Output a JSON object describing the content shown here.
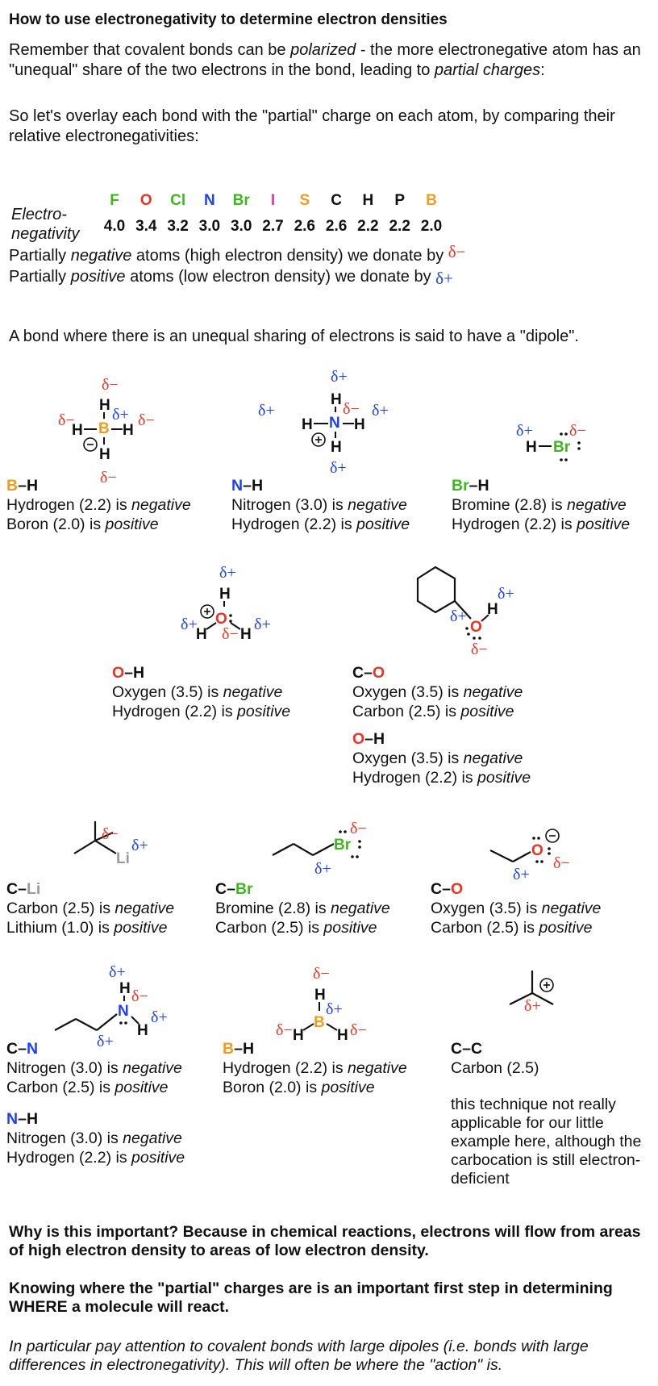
{
  "title": "How to use electronegativity to determine electron densities",
  "intro": {
    "pre": "Remember that covalent bonds can be ",
    "polarized": "polarized",
    "mid": " - the more electronegative atom has an \"unequal\" share of the two electrons in the bond, leading to ",
    "partial": "partial charges",
    "post": ":"
  },
  "overlay_text": "So let's overlay each bond with the \"partial\" charge on each atom, by comparing their relative electronegativities:",
  "electronegativity": {
    "label_line1": "Electro-",
    "label_line2": "negativity",
    "elements": [
      {
        "symbol": "F",
        "value": "4.0",
        "color": "#3cb81e"
      },
      {
        "symbol": "O",
        "value": "3.4",
        "color": "#ea3323"
      },
      {
        "symbol": "Cl",
        "value": "3.2",
        "color": "#3cb81e"
      },
      {
        "symbol": "N",
        "value": "3.0",
        "color": "#1d3ff5"
      },
      {
        "symbol": "Br",
        "value": "3.0",
        "color": "#3cb81e"
      },
      {
        "symbol": "I",
        "value": "2.7",
        "color": "#e8388d"
      },
      {
        "symbol": "S",
        "value": "2.6",
        "color": "#f29b1d"
      },
      {
        "symbol": "C",
        "value": "2.6",
        "color": "#111111"
      },
      {
        "symbol": "H",
        "value": "2.2",
        "color": "#111111"
      },
      {
        "symbol": "P",
        "value": "2.2",
        "color": "#111111"
      },
      {
        "symbol": "B",
        "value": "2.0",
        "color": "#f29b1d"
      }
    ]
  },
  "partial_lines": {
    "neg_pre": "Partially ",
    "neg_em": "negative",
    "neg_post": " atoms (high electron density)  we donate by ",
    "pos_pre": "Partially ",
    "pos_em": "positive",
    "pos_post": " atoms (low electron density) we donate by "
  },
  "dipole_text": "A bond where there is an unequal sharing of electrons is said to have a \"dipole\".",
  "symbols": {
    "delta": "δ",
    "minus": "−",
    "plus": "+",
    "charge_minus": "⊖",
    "charge_plus": "⊕",
    "dots": ":",
    "dot_pair": "••"
  },
  "atoms": {
    "H": "H",
    "B": "B",
    "N": "N",
    "Br": "Br",
    "O": "O",
    "Li": "Li"
  },
  "words": {
    "is": " is ",
    "negative": "negative",
    "positive": "positive"
  },
  "captions": {
    "bh1": {
      "b1": "B",
      "dash": "–",
      "b2": "H",
      "l1": "Hydrogen (2.2)",
      "l2": "Boron (2.0)"
    },
    "nh1": {
      "b1": "N",
      "dash": "–",
      "b2": "H",
      "l1": "Nitrogen (3.0)",
      "l2": "Hydrogen (2.2)"
    },
    "brh": {
      "b1": "Br",
      "dash": "–",
      "b2": "H",
      "l1": "Bromine (2.8)",
      "l2": "Hydrogen (2.2)"
    },
    "oh1": {
      "b1": "O",
      "dash": "–",
      "b2": "H",
      "l1": "Oxygen (3.5)",
      "l2": "Hydrogen (2.2)"
    },
    "co1": {
      "b1": "C",
      "dash": "–",
      "b2": "O",
      "l1": "Oxygen (3.5)",
      "l2": "Carbon (2.5)"
    },
    "oh2": {
      "b1": "O",
      "dash": "–",
      "b2": "H",
      "l1": "Oxygen (3.5)",
      "l2": "Hydrogen (2.2)"
    },
    "cli": {
      "b1": "C",
      "dash": "–",
      "b2": "Li",
      "l1": "Carbon (2.5)",
      "l2": "Lithium (1.0)"
    },
    "cbr": {
      "b1": "C",
      "dash": "–",
      "b2": "Br",
      "l1": "Bromine (2.8)",
      "l2": "Carbon (2.5)"
    },
    "co2": {
      "b1": "C",
      "dash": "–",
      "b2": "O",
      "l1": "Oxygen (3.5)",
      "l2": "Carbon (2.5)"
    },
    "cn": {
      "b1": "C",
      "dash": "–",
      "b2": "N",
      "l1": "Nitrogen (3.0)",
      "l2": "Carbon (2.5)"
    },
    "nh2": {
      "b1": "N",
      "dash": "–",
      "b2": "H",
      "l1": "Nitrogen (3.0)",
      "l2": "Hydrogen (2.2)"
    },
    "bh2": {
      "b1": "B",
      "dash": "–",
      "b2": "H",
      "l1": "Hydrogen (2.2)",
      "l2": "Boron (2.0)"
    },
    "cc": {
      "b1": "C",
      "dash": "–",
      "b2": "C",
      "l1": "Carbon (2.5)"
    }
  },
  "cc_note": "this technique not really applicable for our little example here, although the carbocation is still electron-deficient",
  "why_text": "Why is this important? Because in chemical reactions, electrons will flow from areas of high electron density to areas of low electron density.",
  "knowing_text": "Knowing where the \"partial\" charges are is an important first step in determining WHERE a molecule will react.",
  "final_text": "In particular pay attention to covalent bonds with large dipoles (i.e. bonds with large differences in electronegativity).  This will often be where the \"action\" is.",
  "colors": {
    "red": "#ea3323",
    "blue": "#1d3ff5",
    "green": "#3cb81e",
    "orange": "#f29b1d",
    "gray": "#9a9a9a",
    "black": "#111111"
  }
}
